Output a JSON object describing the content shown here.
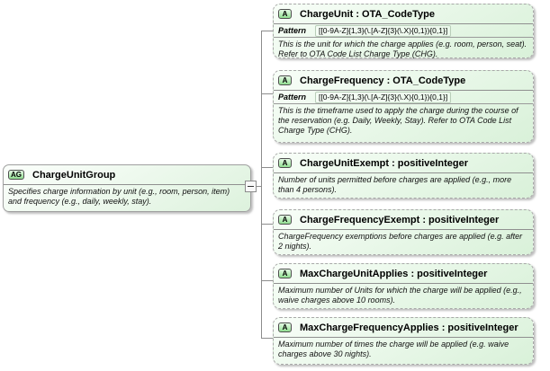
{
  "diagram": {
    "group": {
      "badge": "AG",
      "title": "ChargeUnitGroup",
      "doc": "Specifies charge information by unit (e.g., room, person, item) and frequency (e.g., daily, weekly, stay)."
    },
    "facet_label": "Pattern",
    "attributes": [
      {
        "badge": "A",
        "title": "ChargeUnit : OTA_CodeType",
        "pattern": "[[0-9A-Z]{1,3}(\\.[A-Z]{3}(\\.X){0,1}){0,1}]",
        "doc": "This is the unit for which the charge applies (e.g. room, person, seat). Refer to OTA Code List Charge Type (CHG)."
      },
      {
        "badge": "A",
        "title": "ChargeFrequency : OTA_CodeType",
        "pattern": "[[0-9A-Z]{1,3}(\\.[A-Z]{3}(\\.X){0,1}){0,1}]",
        "doc": "This is the timeframe used to apply the charge during the course of the reservation (e.g. Daily, Weekly, Stay). Refer to OTA Code List Charge Type (CHG)."
      },
      {
        "badge": "A",
        "title": "ChargeUnitExempt : positiveInteger",
        "doc": "Number of units permitted before charges are applied (e.g., more than 4 persons)."
      },
      {
        "badge": "A",
        "title": "ChargeFrequencyExempt : positiveInteger",
        "doc": "ChargeFrequency exemptions before charges are applied (e.g. after 2 nights)."
      },
      {
        "badge": "A",
        "title": "MaxChargeUnitApplies : positiveInteger",
        "doc": "Maximum number of Units for which the charge will be applied (e.g., waive charges above 10 rooms)."
      },
      {
        "badge": "A",
        "title": "MaxChargeFrequencyApplies : positiveInteger",
        "doc": "Maximum number of times the charge will be applied (e.g. waive charges above 30 nights)."
      }
    ],
    "colors": {
      "box_fill_light": "#f8fef8",
      "box_fill_dark": "#d9f1d9",
      "badge_fill_top": "#e4f9e4",
      "badge_fill_bottom": "#8edc8e",
      "border_solid": "#a0a0a0",
      "border_dashed": "#a8a8a8",
      "connector": "#8c8c8c"
    }
  }
}
